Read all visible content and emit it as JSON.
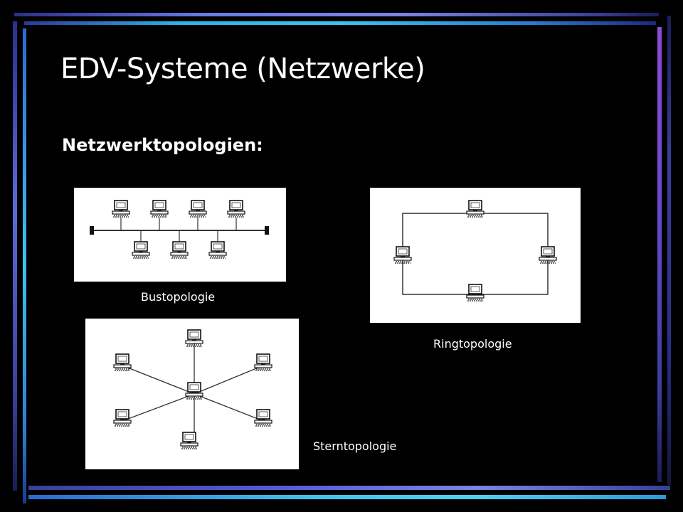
{
  "slide": {
    "title": "EDV-Systeme (Netzwerke)",
    "subtitle": "Netzwerktopologien:"
  },
  "diagrams": {
    "bus": {
      "caption": "Bustopologie"
    },
    "ring": {
      "caption": "Ringtopologie"
    },
    "star": {
      "caption": "Sterntopologie"
    }
  },
  "colors": {
    "background": "#000000",
    "text": "#ffffff",
    "panel": "#ffffff",
    "line": "#333333"
  },
  "icons": {
    "node": "computer-icon",
    "terminator": "terminator-icon"
  }
}
